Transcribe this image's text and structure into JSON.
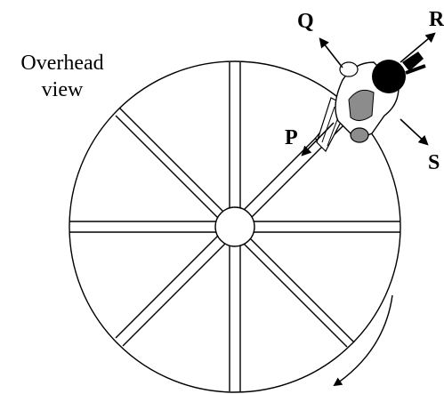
{
  "caption": {
    "line1": "Overhead",
    "line2": "view"
  },
  "arrow_labels": {
    "p": "P",
    "q": "Q",
    "r": "R",
    "s": "S"
  },
  "colors": {
    "stroke": "#000000",
    "background": "#ffffff",
    "shirt": "#8c8c8c"
  }
}
